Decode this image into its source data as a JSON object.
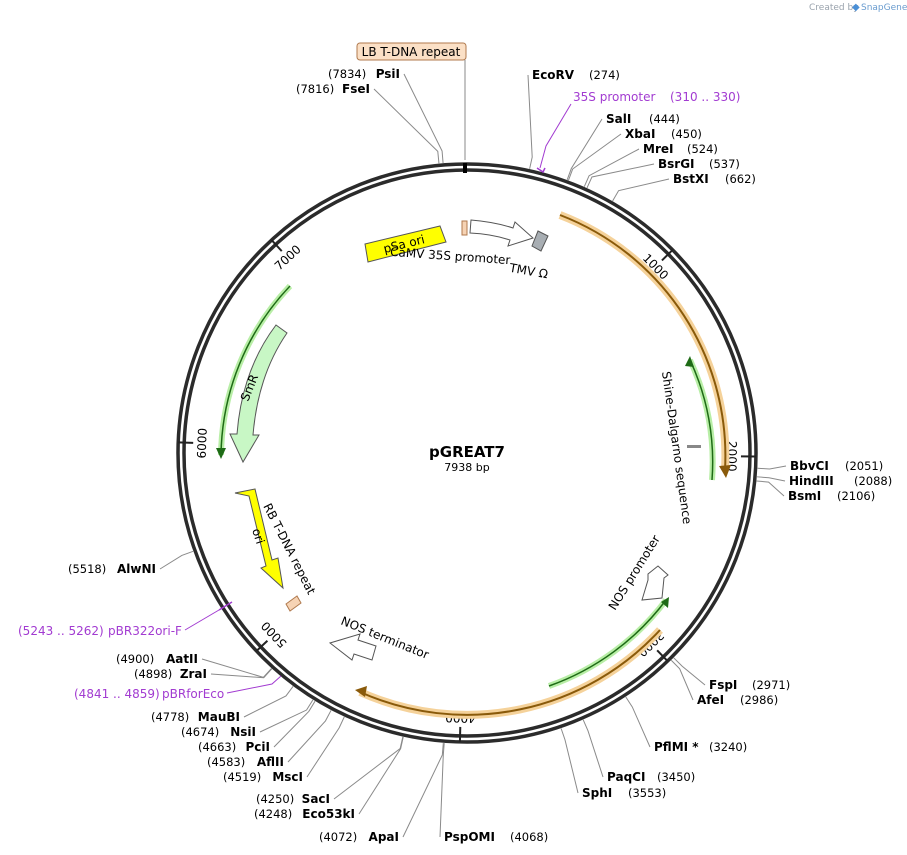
{
  "plasmid": {
    "name": "pGREAT7",
    "length_label": "7938 bp",
    "length": 7938
  },
  "credit": {
    "prefix": "Created by",
    "brand": "SnapGene"
  },
  "ticks": [
    {
      "pos": 1000,
      "label": "1000"
    },
    {
      "pos": 2000,
      "label": "2000"
    },
    {
      "pos": 3000,
      "label": "3000"
    },
    {
      "pos": 4000,
      "label": "4000"
    },
    {
      "pos": 5000,
      "label": "5000"
    },
    {
      "pos": 6000,
      "label": "6000"
    },
    {
      "pos": 7000,
      "label": "7000"
    }
  ],
  "sites": [
    {
      "name": "EcoRV",
      "pos_label": "(274)"
    },
    {
      "name": "SalI",
      "pos_label": "(444)"
    },
    {
      "name": "XbaI",
      "pos_label": "(450)"
    },
    {
      "name": "MreI",
      "pos_label": "(524)"
    },
    {
      "name": "BsrGI",
      "pos_label": "(537)"
    },
    {
      "name": "BstXI",
      "pos_label": "(662)"
    },
    {
      "name": "BbvCI",
      "pos_label": "(2051)"
    },
    {
      "name": "HindIII",
      "pos_label": "(2088)"
    },
    {
      "name": "BsmI",
      "pos_label": "(2106)"
    },
    {
      "name": "FspI",
      "pos_label": "(2971)"
    },
    {
      "name": "AfeI",
      "pos_label": "(2986)"
    },
    {
      "name": "PflMI *",
      "pos_label": "(3240)"
    },
    {
      "name": "PaqCI",
      "pos_label": "(3450)"
    },
    {
      "name": "SphI",
      "pos_label": "(3553)"
    },
    {
      "name": "PspOMI",
      "pos_label": "(4068)"
    },
    {
      "name": "ApaI",
      "pos_label": "(4072)"
    },
    {
      "name": "Eco53kI",
      "pos_label": "(4248)"
    },
    {
      "name": "SacI",
      "pos_label": "(4250)"
    },
    {
      "name": "MscI",
      "pos_label": "(4519)"
    },
    {
      "name": "AflII",
      "pos_label": "(4583)"
    },
    {
      "name": "PciI",
      "pos_label": "(4663)"
    },
    {
      "name": "NsiI",
      "pos_label": "(4674)"
    },
    {
      "name": "MauBI",
      "pos_label": "(4778)"
    },
    {
      "name": "ZraI",
      "pos_label": "(4898)"
    },
    {
      "name": "AatII",
      "pos_label": "(4900)"
    },
    {
      "name": "AlwNI",
      "pos_label": "(5518)"
    },
    {
      "name": "FseI",
      "pos_label": "(7816)"
    },
    {
      "name": "PsiI",
      "pos_label": "(7834)"
    }
  ],
  "primers": [
    {
      "name": "35S promoter",
      "range_label": "(310 .. 330)"
    },
    {
      "name": "pBR322ori-F",
      "range_label": "(5243 .. 5262)"
    },
    {
      "name": "pBRforEco",
      "range_label": "(4841 .. 4859)"
    }
  ],
  "features": {
    "lb_repeat": "LB T-DNA repeat",
    "psa_ori": "pSa ori",
    "camv35s": "CaMV 35S promoter",
    "tmv": "TMV Ω",
    "shine_dalgarno": "Shine-Dalgarno sequence",
    "nos_promoter": "NOS promoter",
    "nos_terminator": "NOS terminator",
    "rb_repeat": "RB T-DNA repeat",
    "ori": "ori",
    "smr": "SmR"
  },
  "colors": {
    "primer": "#a23bd1",
    "ori_yellow": "#ffff00",
    "smr_green": "#c8f7c5",
    "orf_orange": "#f5a623",
    "orf_green": "#2e8b1e",
    "t_dna_repeat": "#f6d3b4",
    "tmv_gray": "#a8aeb3"
  }
}
